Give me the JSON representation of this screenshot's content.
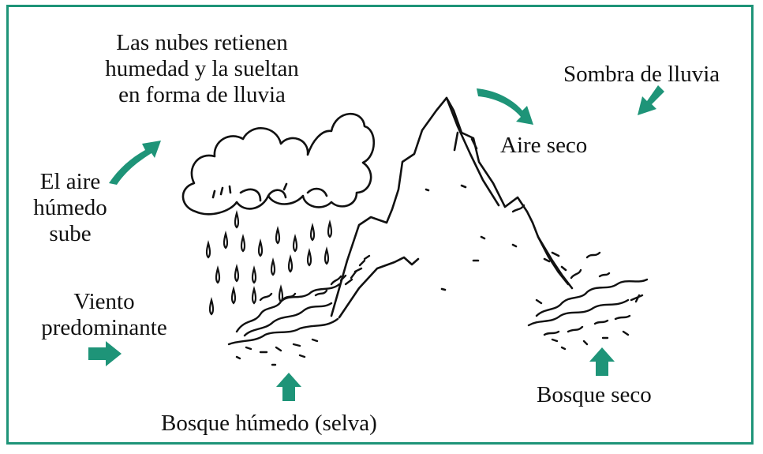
{
  "colors": {
    "frame": "#1e9478",
    "arrow": "#1e9478",
    "ink": "#111111",
    "background": "#ffffff"
  },
  "labels": {
    "clouds_line1": "Las nubes retienen",
    "clouds_line2": "humedad y la sueltan",
    "clouds_line3": "en forma de lluvia",
    "rain_shadow": "Sombra de lluvia",
    "dry_air": "Aire seco",
    "moist_air_line1": "El aire",
    "moist_air_line2": "húmedo",
    "moist_air_line3": "sube",
    "wind_line1": "Viento",
    "wind_line2": "predominante",
    "humid_forest": "Bosque húmedo (selva)",
    "dry_forest": "Bosque seco"
  }
}
